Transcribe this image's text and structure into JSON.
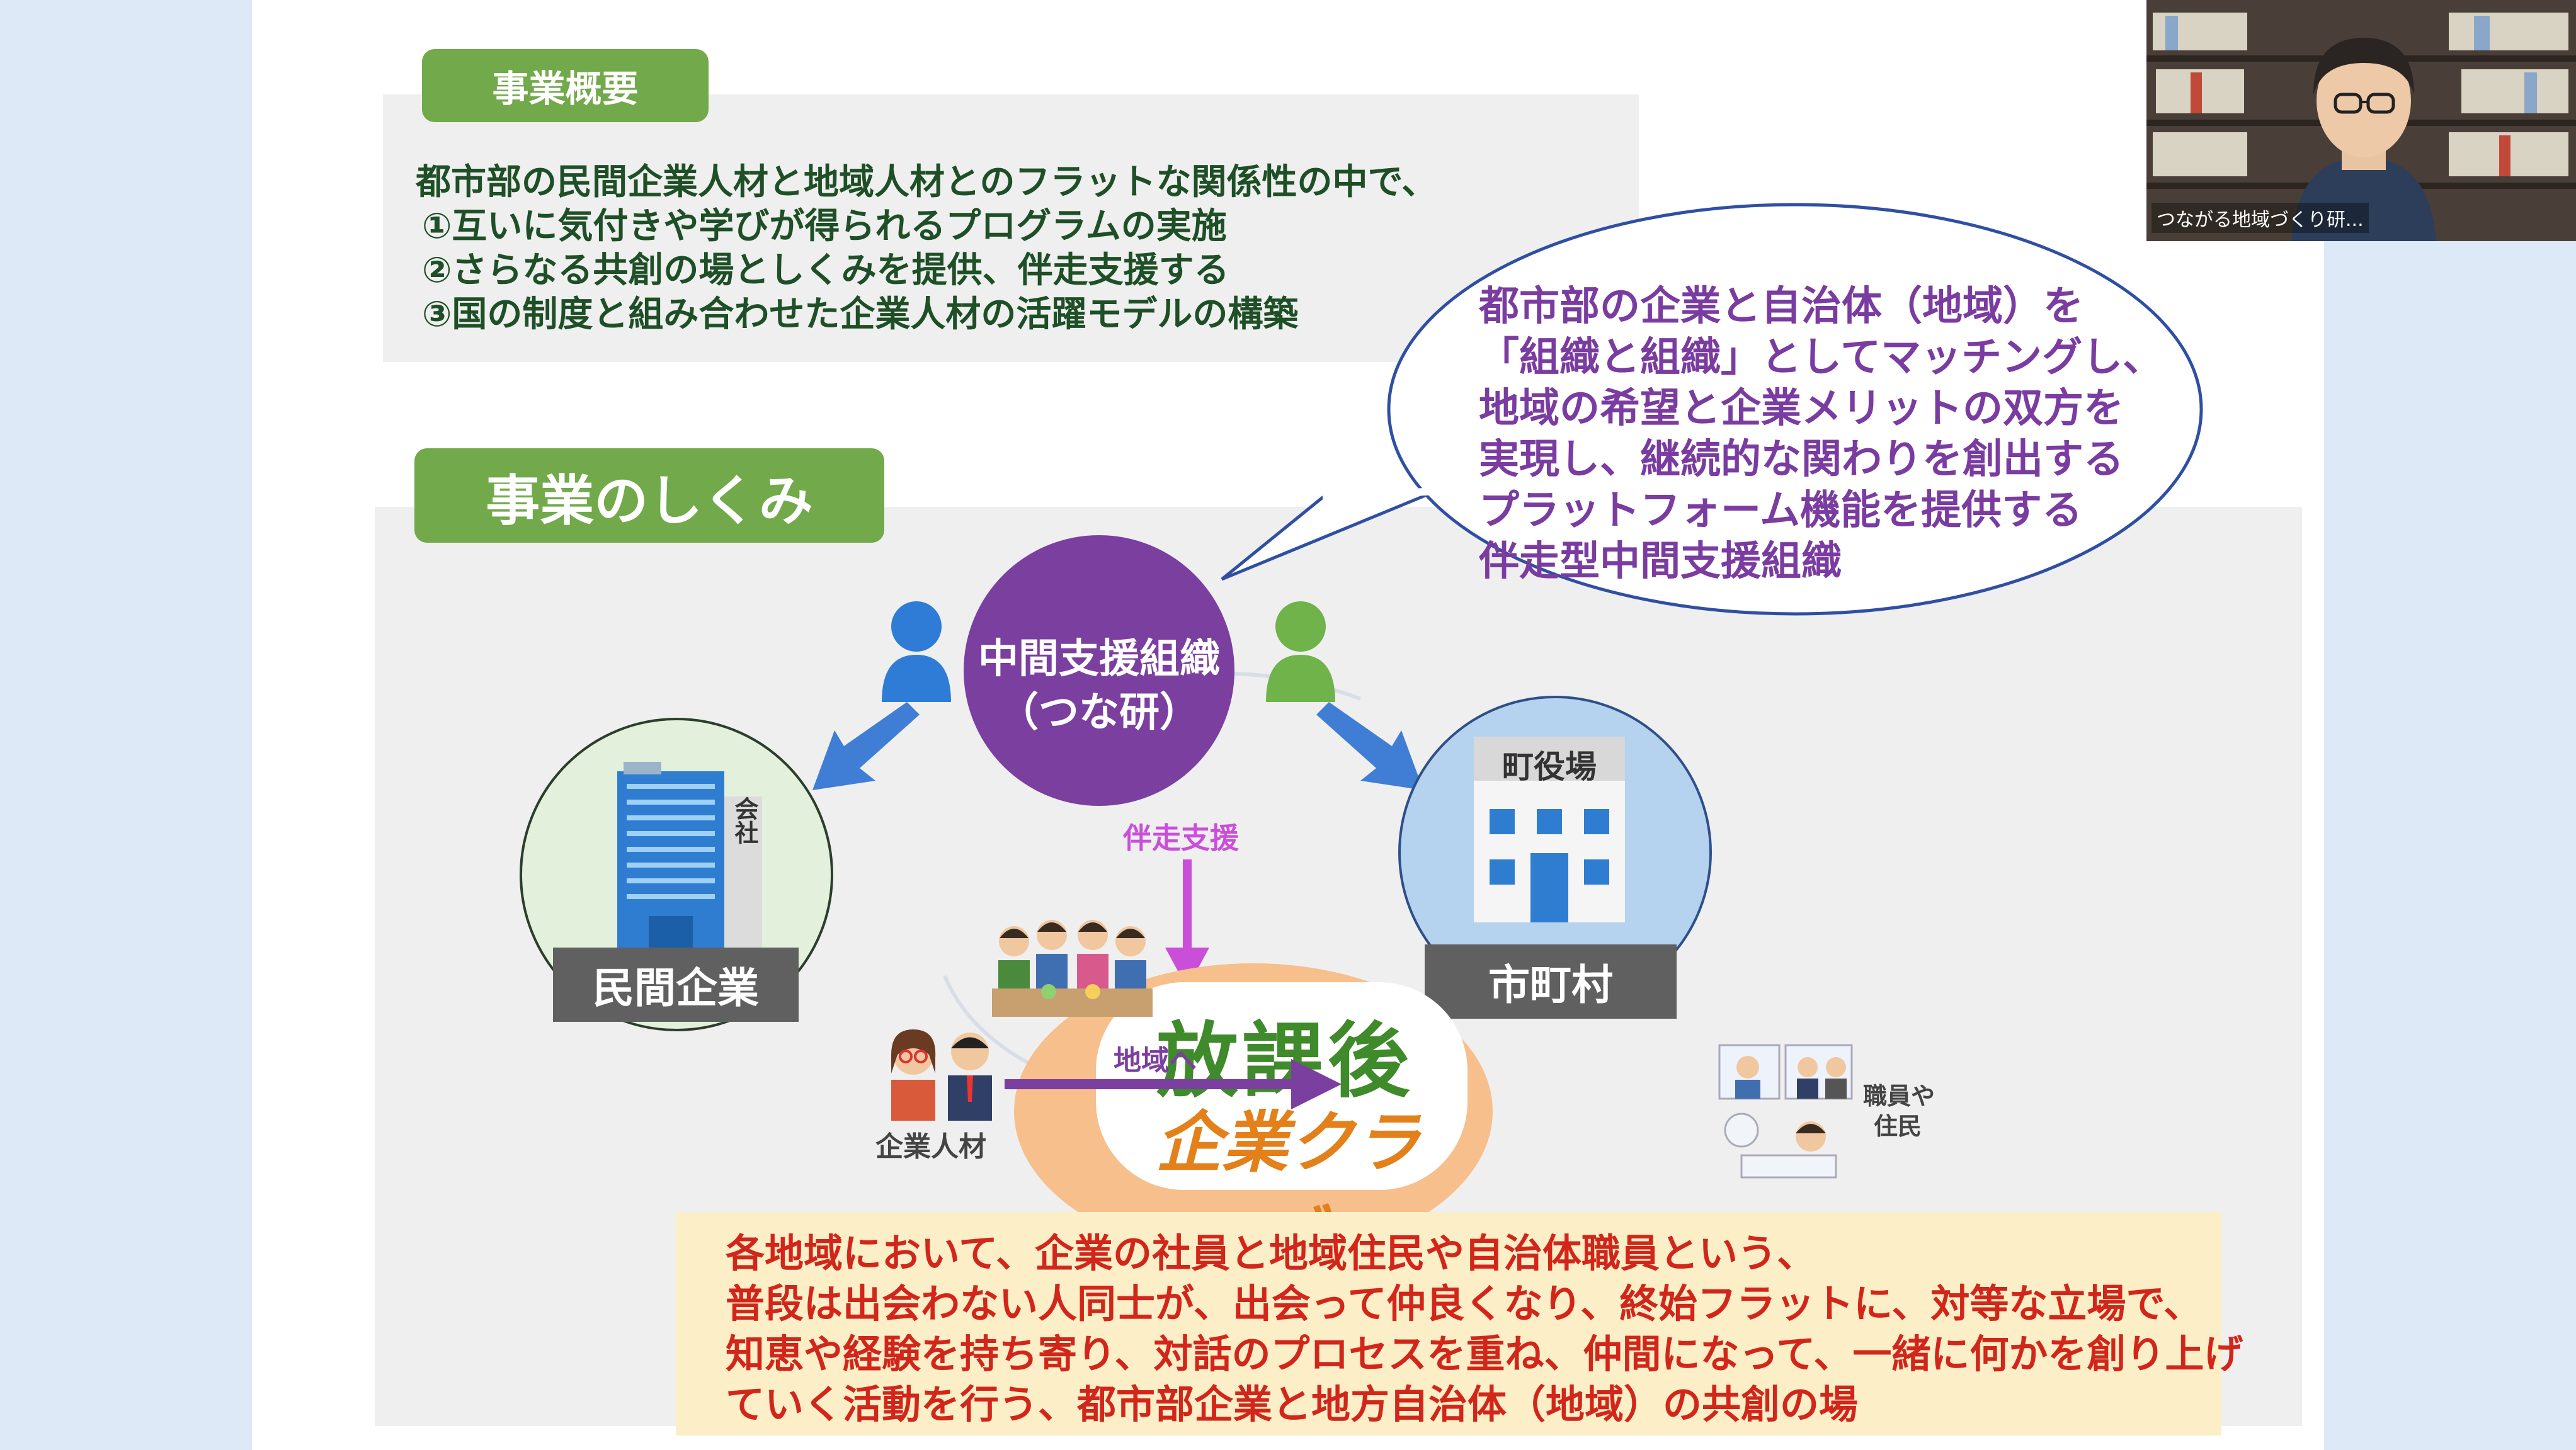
{
  "overview": {
    "heading": "事業概要",
    "lines": [
      "都市部の民間企業人材と地域人材とのフラットな関係性の中で、",
      "①互いに気付きや学びが得られるプログラムの実施",
      "②さらなる共創の場としくみを提供、伴走支援する",
      "③国の制度と組み合わせた企業人材の活躍モデルの構築"
    ]
  },
  "mechanism": {
    "heading": "事業のしくみ"
  },
  "bubble": {
    "lines": [
      "都市部の企業と自治体（地域）を",
      "「組織と組織」としてマッチングし、",
      "地域の希望と企業メリットの双方を",
      "実現し、継続的な関わりを創出する",
      "プラットフォーム機能を提供する",
      "伴走型中間支援組織"
    ]
  },
  "diagram": {
    "center_line1": "中間支援組織",
    "center_line2": "（つな研）",
    "support_label": "伴走支援",
    "company_label": "民間企業",
    "company_sign": "会社",
    "town_label": "市町村",
    "town_sign": "町役場",
    "corp_people": "企業人材",
    "to_region": "地域へ",
    "staff_label_1": "職員や",
    "staff_label_2": "住民",
    "club_logo_line1": "放課後",
    "club_logo_line2": "企業クラブ"
  },
  "bottom": {
    "lines": [
      "各地域において、企業の社員と地域住民や自治体職員という、",
      "普段は出会わない人同士が、出会って仲良くなり、終始フラットに、対等な立場で、",
      "知恵や経験を持ち寄り、対話のプロセスを重ね、仲間になって、一緒に何かを創り上げ",
      "ていく活動を行う、都市部企業と地方自治体（地域）の共創の場"
    ]
  },
  "video": {
    "participant_name": "つながる地域づくり研..."
  },
  "colors": {
    "green": "#72a94b",
    "purple": "#7b3fa0",
    "blue_arrow": "#3f7ed4",
    "text_red": "#d2261b"
  }
}
